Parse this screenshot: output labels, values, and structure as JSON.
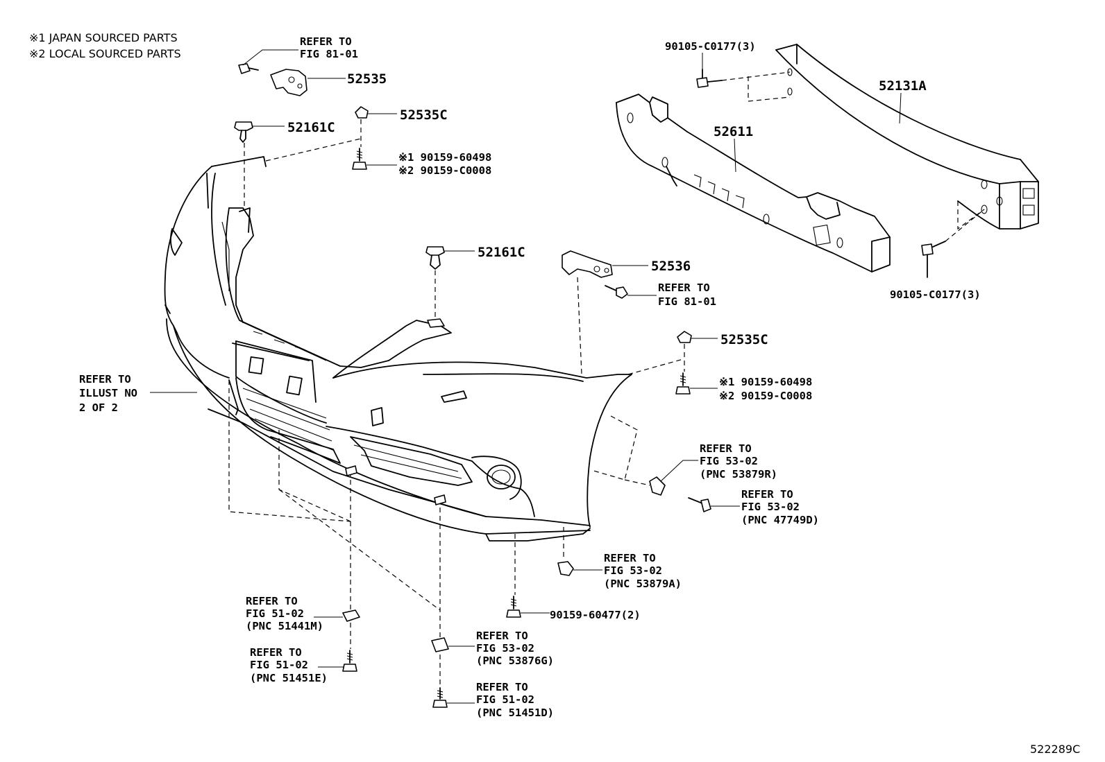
{
  "notes": [
    "※1 JAPAN SOURCED PARTS",
    "※2 LOCAL SOURCED PARTS"
  ],
  "labels": {
    "p52535": "52535",
    "refer_81_top_1": "REFER TO",
    "refer_81_top_2": "FIG 81-01",
    "p52161c_a": "52161C",
    "p52535c_a": "52535C",
    "screw_a_1": "※1 90159-60498",
    "screw_a_2": "※2 90159-C0008",
    "p52161c_b": "52161C",
    "p52536": "52536",
    "refer_81_mid_1": "REFER TO",
    "refer_81_mid_2": "FIG 81-01",
    "p52535c_b": "52535C",
    "screw_b_1": "※1 90159-60498",
    "screw_b_2": "※2 90159-C0008",
    "bolt_top": "90105-C0177(3)",
    "p52131a": "52131A",
    "p52611": "52611",
    "bolt_bottom": "90105-C0177(3)",
    "illust_1": "REFER TO",
    "illust_2": "ILLUST NO",
    "illust_3": "2 OF 2",
    "r53879r_1": "REFER TO",
    "r53879r_2": "FIG 53-02",
    "r53879r_3": "(PNC 53879R)",
    "r47749d_1": "REFER TO",
    "r47749d_2": "FIG 53-02",
    "r47749d_3": "(PNC 47749D)",
    "r53879a_1": "REFER TO",
    "r53879a_2": "FIG 53-02",
    "r53879a_3": "(PNC 53879A)",
    "screw_60477": "90159-60477(2)",
    "r51441m_1": "REFER TO",
    "r51441m_2": "FIG 51-02",
    "r51441m_3": "(PNC 51441M)",
    "r51451e_1": "REFER TO",
    "r51451e_2": "FIG 51-02",
    "r51451e_3": "(PNC 51451E)",
    "r53876g_1": "REFER TO",
    "r53876g_2": "FIG 53-02",
    "r53876g_3": "(PNC 53876G)",
    "r51451d_1": "REFER TO",
    "r51451d_2": "FIG 51-02",
    "r51451d_3": "(PNC 51451D)",
    "figure_code": "522289C"
  }
}
